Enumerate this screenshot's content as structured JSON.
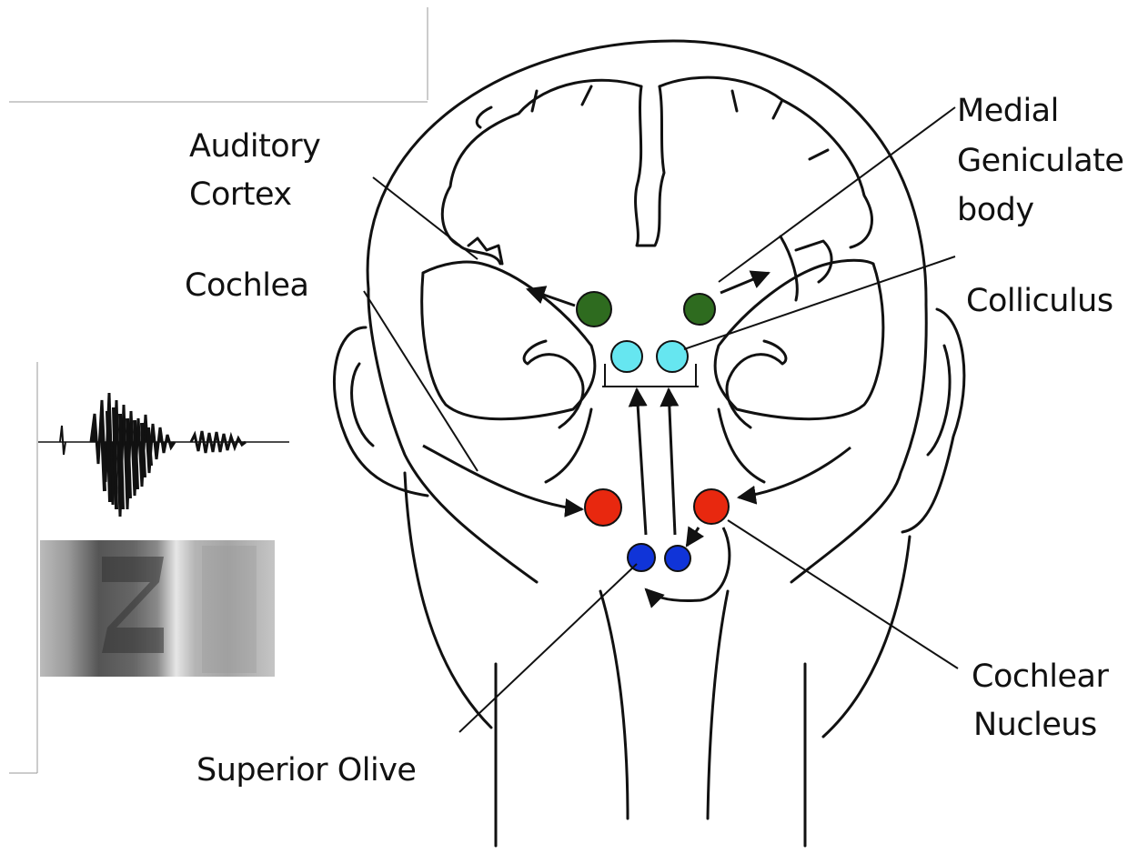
{
  "labels": {
    "auditory_cortex_line1": "Auditory",
    "auditory_cortex_line2": "Cortex",
    "cochlea": "Cochlea",
    "medial_geniculate_line1": "Medial",
    "medial_geniculate_line2": "Geniculate",
    "medial_geniculate_line3": "body",
    "colliculus": "Colliculus",
    "cochlear_nucleus_line1": "Cochlear",
    "cochlear_nucleus_line2": "Nucleus",
    "superior_olive": "Superior Olive"
  },
  "colors": {
    "medial_geniculate": "#2e6b1f",
    "colliculus": "#66e6f0",
    "cochlear_nucleus": "#e8280f",
    "superior_olive": "#1034d8",
    "ink": "#111111"
  }
}
